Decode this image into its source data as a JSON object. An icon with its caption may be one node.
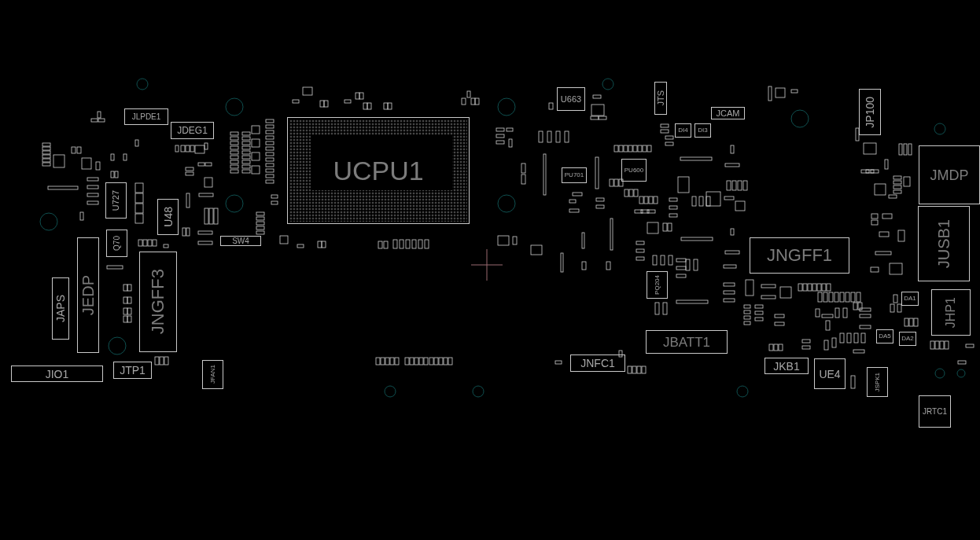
{
  "diagram": {
    "nodes": [
      {
        "text": [
          "JLPDE1"
        ]
      },
      {
        "text": [
          "JDEG1"
        ]
      },
      {
        "text": [
          "UCPU1"
        ]
      },
      {
        "text": [
          "U663"
        ]
      },
      {
        "text": [
          "JTS"
        ]
      },
      {
        "text": [
          "JCAM"
        ]
      },
      {
        "text": [
          "DI4"
        ]
      },
      {
        "text": [
          "DI3"
        ]
      },
      {
        "text": [
          "PU701"
        ]
      },
      {
        "text": [
          "PU600"
        ]
      },
      {
        "text": [
          "JP100"
        ]
      },
      {
        "text": [
          "JMDP"
        ]
      },
      {
        "text": [
          "U727"
        ]
      },
      {
        "text": [
          "U48"
        ]
      },
      {
        "text": [
          "Q70"
        ]
      },
      {
        "text": [
          "SW4"
        ]
      },
      {
        "text": [
          "JEDP"
        ]
      },
      {
        "text": [
          "JNGFF3"
        ]
      },
      {
        "text": [
          "JAPS"
        ]
      },
      {
        "text": [
          "JUSB1"
        ]
      },
      {
        "text": [
          "JNGFF1"
        ]
      },
      {
        "text": [
          "PQ204"
        ]
      },
      {
        "text": [
          "JHP1"
        ]
      },
      {
        "text": [
          "DA1"
        ]
      },
      {
        "text": [
          "DA5"
        ]
      },
      {
        "text": [
          "DA2"
        ]
      },
      {
        "text": [
          "JBATT1"
        ]
      },
      {
        "text": [
          "JIO1"
        ]
      },
      {
        "text": [
          "JTP1"
        ]
      },
      {
        "text": [
          "JFAN1"
        ]
      },
      {
        "text": [
          "JNFC1"
        ]
      },
      {
        "text": [
          "JKB1"
        ]
      },
      {
        "text": [
          "UE4"
        ]
      },
      {
        "text": [
          "JSPK1"
        ]
      },
      {
        "text": [
          "JRTC1"
        ]
      }
    ]
  }
}
